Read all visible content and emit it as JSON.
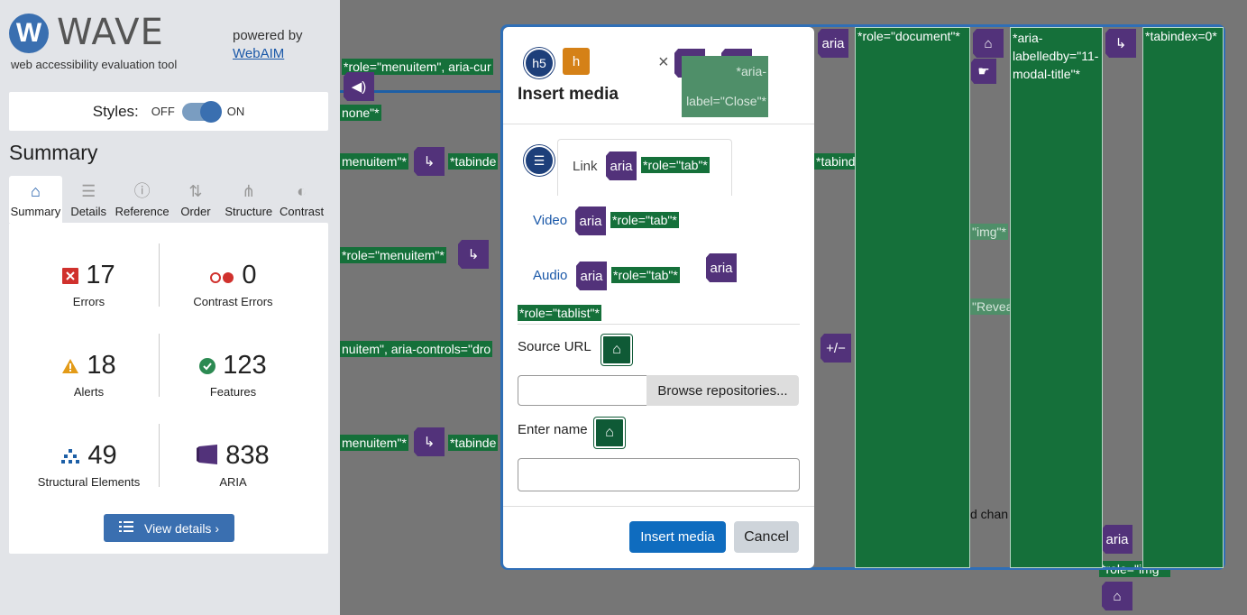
{
  "wave": {
    "logo_letter": "W",
    "logo_word": "WAVE",
    "logo_sub": "web accessibility evaluation tool",
    "powered_by": "powered by",
    "webaim": "WebAIM",
    "styles_label": "Styles:",
    "styles_off": "OFF",
    "styles_on": "ON",
    "summary_title": "Summary",
    "tabs": [
      {
        "label": "Summary",
        "icon": "⌂"
      },
      {
        "label": "Details",
        "icon": "☰"
      },
      {
        "label": "Reference",
        "icon": "ⓘ"
      },
      {
        "label": "Order",
        "icon": "⇅"
      },
      {
        "label": "Structure",
        "icon": "⋔"
      },
      {
        "label": "Contrast",
        "icon": "◐"
      }
    ],
    "stats": [
      {
        "count": "17",
        "label": "Errors",
        "icon": "error-icon",
        "color": "#d0312d"
      },
      {
        "count": "0",
        "label": "Contrast Errors",
        "icon": "contrast-icon",
        "color": "#d0312d"
      },
      {
        "count": "18",
        "label": "Alerts",
        "icon": "alert-icon",
        "color": "#e39b18"
      },
      {
        "count": "123",
        "label": "Features",
        "icon": "check-icon",
        "color": "#2c8a52"
      },
      {
        "count": "49",
        "label": "Structural Elements",
        "icon": "structure-icon",
        "color": "#1d5fa6"
      },
      {
        "count": "838",
        "label": "ARIA",
        "icon": "aria-icon",
        "color": "#52327a"
      }
    ],
    "view_details": "View details ›"
  },
  "page_annotations": [
    "*role=\"menuitem\", aria-cur",
    "none\"*",
    "menuitem\"*",
    "*tabinde",
    "*role=\"menuitem\"*",
    "nuitem\", aria-controls=\"dro",
    "menuitem\"*",
    "*tabinde",
    "*tabind",
    "\"img\"*",
    "\"Revea",
    "d chan",
    "*role=\"img\"*",
    "*role=\"document\"*",
    "*aria-labelledby=\"11-modal-title\"*",
    "*tabindex=0*"
  ],
  "modal": {
    "title": "Insert media",
    "close_symbol": "×",
    "close_annotation": "*aria-label=\"Close\"*",
    "h5_icon": "h5",
    "h_icon": "h",
    "aria_text": "aria",
    "tabs": [
      {
        "label": "Link",
        "annotation": "*role=\"tab\"*"
      },
      {
        "label": "Video",
        "annotation": "*role=\"tab\"*"
      },
      {
        "label": "Audio",
        "annotation": "*role=\"tab\"*"
      }
    ],
    "tablist_annotation": "*role=\"tablist\"*",
    "source_url_label": "Source URL",
    "source_url_value": "",
    "browse_button": "Browse repositories...",
    "name_label": "Enter name",
    "name_value": "",
    "insert_button": "Insert media",
    "cancel_button": "Cancel"
  }
}
